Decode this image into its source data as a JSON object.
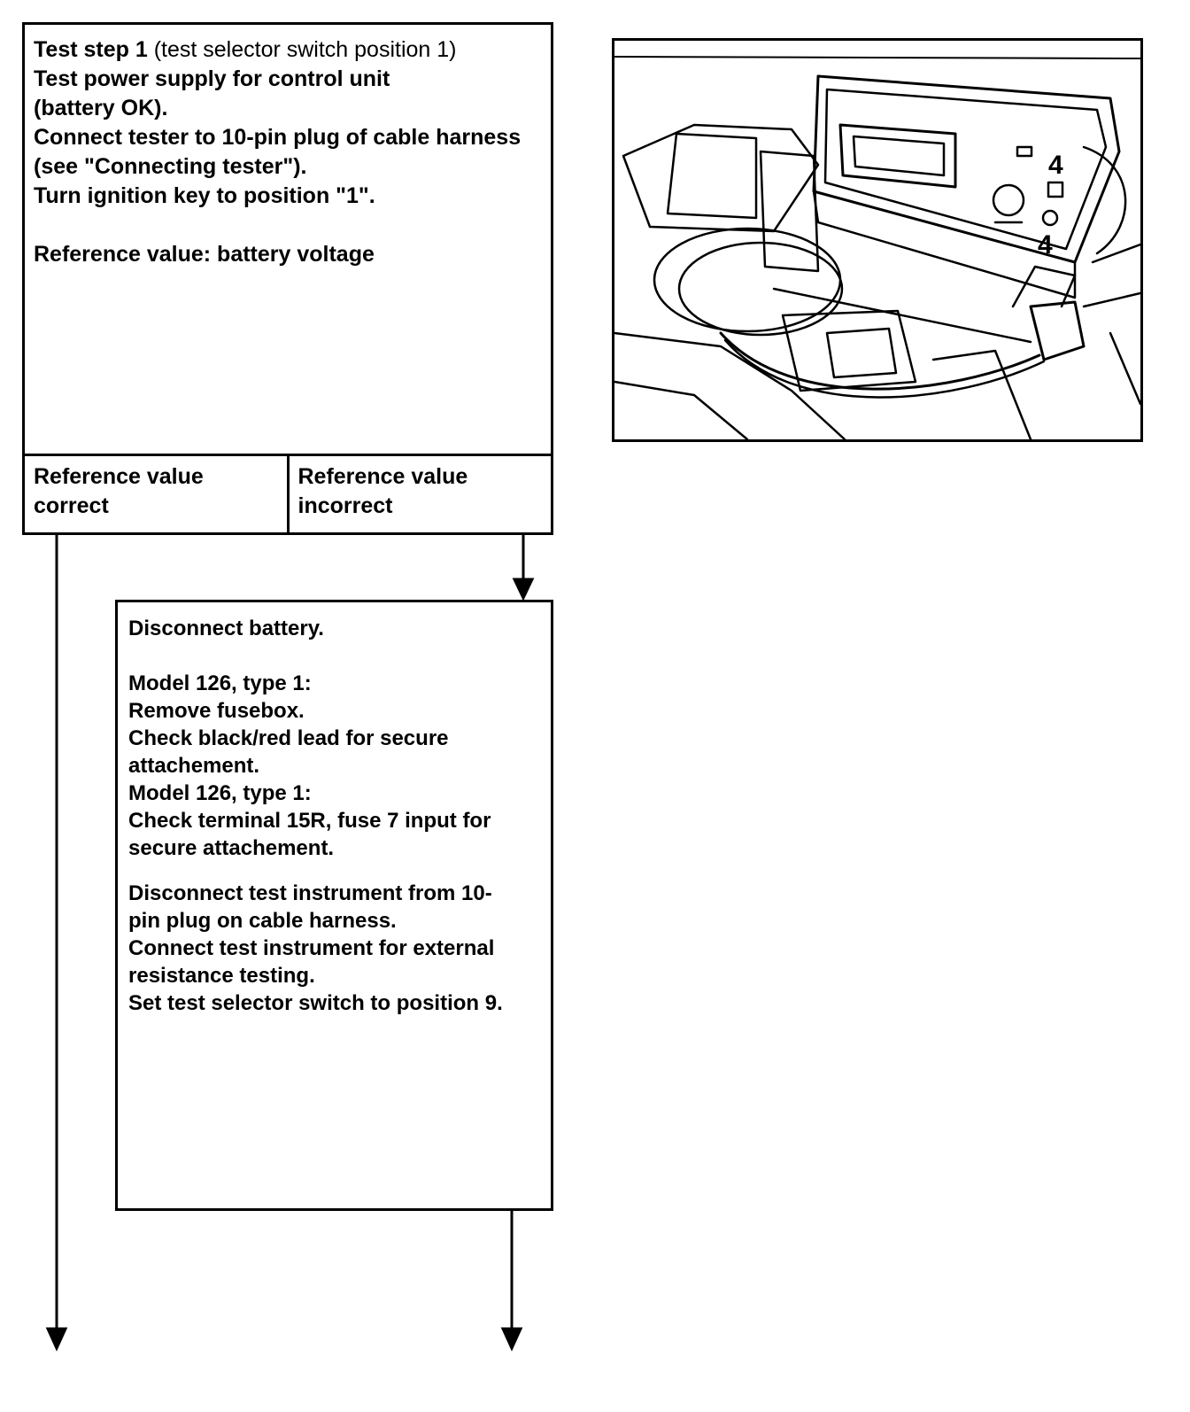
{
  "step1": {
    "heading_bold": "Test step 1",
    "heading_rest": " (test selector switch position 1)",
    "lines": [
      "Test power supply for control unit",
      "(battery OK).",
      "Connect tester to 10-pin plug of cable harness",
      "(see \"Connecting tester\").",
      "Turn ignition key to position \"1\"."
    ],
    "reference": "Reference value: battery voltage"
  },
  "reference_row": {
    "correct": "Reference value\ncorrect",
    "incorrect": "Reference value\nincorrect"
  },
  "action": {
    "intro": "Disconnect battery.",
    "group1": [
      "Model 126, type 1:",
      "Remove fusebox.",
      "Check black/red lead for secure",
      "attachement.",
      "Model 126, type 1:",
      "Check terminal 15R, fuse 7 input for",
      "secure attachement."
    ],
    "group2": [
      "Disconnect test instrument from 10-",
      "pin plug on cable harness.",
      "Connect test instrument for external",
      "resistance testing.",
      "Set test selector switch to position 9."
    ]
  },
  "photo": {
    "callout_top": "4",
    "callout_bottom": "4"
  }
}
